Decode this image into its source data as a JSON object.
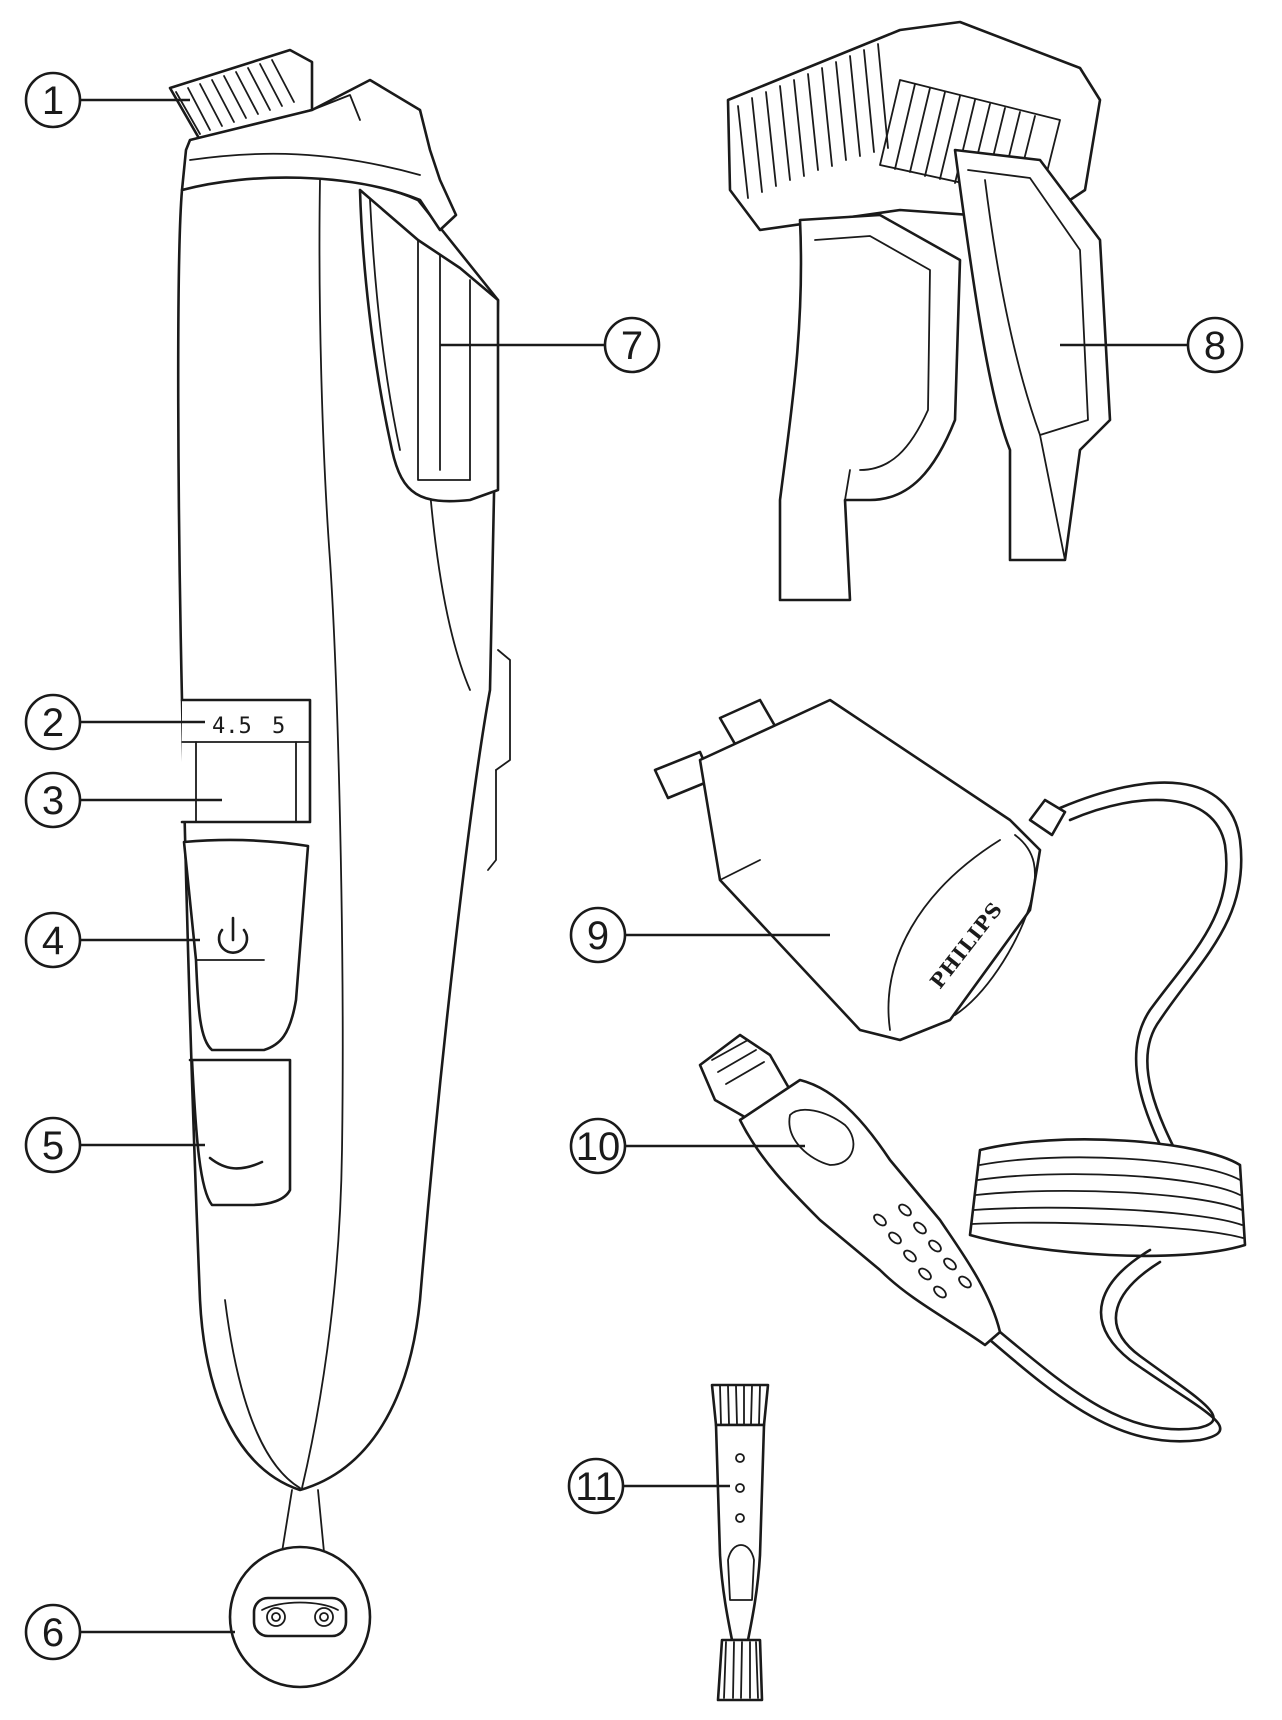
{
  "display": {
    "value_left": "4.5",
    "value_right": "5"
  },
  "adapter": {
    "brand": "PHILIPS"
  },
  "callouts": [
    {
      "id": "1",
      "label": "1"
    },
    {
      "id": "2",
      "label": "2"
    },
    {
      "id": "3",
      "label": "3"
    },
    {
      "id": "4",
      "label": "4"
    },
    {
      "id": "5",
      "label": "5"
    },
    {
      "id": "6",
      "label": "6"
    },
    {
      "id": "7",
      "label": "7"
    },
    {
      "id": "8",
      "label": "8"
    },
    {
      "id": "9",
      "label": "9"
    },
    {
      "id": "10",
      "label": "10"
    },
    {
      "id": "11",
      "label": "11"
    }
  ],
  "icons": {
    "power_button": "power-icon",
    "speed_button": "chevron-down-icon",
    "socket": "socket-icon"
  }
}
